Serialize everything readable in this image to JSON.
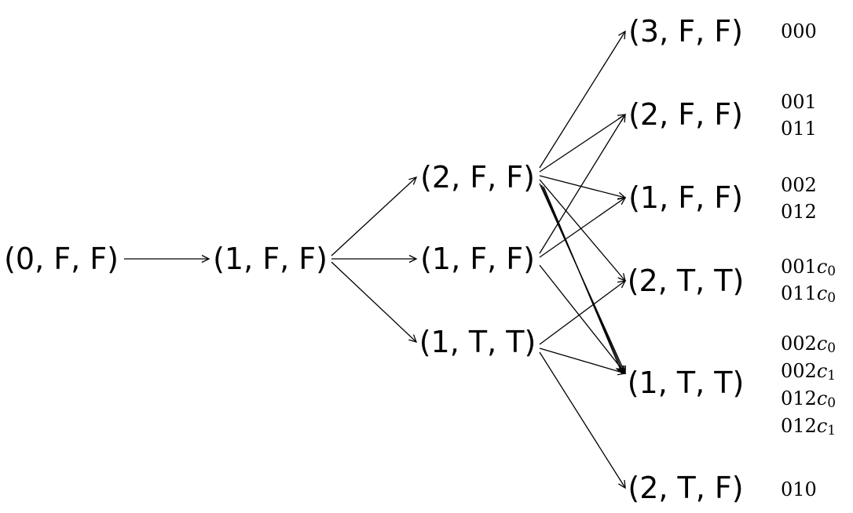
{
  "nodes": [
    {
      "id": "n0",
      "text": "(0, F, F)"
    },
    {
      "id": "n1",
      "text": "(1, F, F)"
    },
    {
      "id": "n2a",
      "text": "(2, F, F)"
    },
    {
      "id": "n2b",
      "text": "(1, F, F)"
    },
    {
      "id": "n2c",
      "text": "(1, T, T)"
    },
    {
      "id": "n3a",
      "text": "(3, F, F)"
    },
    {
      "id": "n3b",
      "text": "(2, F, F)"
    },
    {
      "id": "n3c",
      "text": "(1, F, F)"
    },
    {
      "id": "n3d",
      "text": "(2, T, T)"
    },
    {
      "id": "n3e",
      "text": "(1, T, T)"
    },
    {
      "id": "n3f",
      "text": "(2, T, F)"
    }
  ],
  "edges": [
    [
      "n0",
      "n1"
    ],
    [
      "n1",
      "n2a"
    ],
    [
      "n1",
      "n2b"
    ],
    [
      "n1",
      "n2c"
    ],
    [
      "n2a",
      "n3a"
    ],
    [
      "n2a",
      "n3b"
    ],
    [
      "n2a",
      "n3c"
    ],
    [
      "n2a",
      "n3d"
    ],
    [
      "n2a",
      "n3e"
    ],
    [
      "n2a",
      "n3e"
    ],
    [
      "n2a",
      "n3e"
    ],
    [
      "n2b",
      "n3b"
    ],
    [
      "n2b",
      "n3c"
    ],
    [
      "n2b",
      "n3e"
    ],
    [
      "n2c",
      "n3d"
    ],
    [
      "n2c",
      "n3e"
    ],
    [
      "n2c",
      "n3f"
    ]
  ],
  "labels": {
    "n3a": [
      {
        "text": "000"
      }
    ],
    "n3b": [
      {
        "text": "001"
      },
      {
        "text": "011"
      }
    ],
    "n3c": [
      {
        "text": "002"
      },
      {
        "text": "012"
      }
    ],
    "n3d": [
      {
        "text": "001",
        "sym": "c",
        "sub": "0"
      },
      {
        "text": "011",
        "sym": "c",
        "sub": "0"
      }
    ],
    "n3e": [
      {
        "text": "002",
        "sym": "c",
        "sub": "0"
      },
      {
        "text": "002",
        "sym": "c",
        "sub": "1"
      },
      {
        "text": "012",
        "sym": "c",
        "sub": "0"
      },
      {
        "text": "012",
        "sym": "c",
        "sub": "1"
      }
    ],
    "n3f": [
      {
        "text": "010"
      }
    ]
  }
}
